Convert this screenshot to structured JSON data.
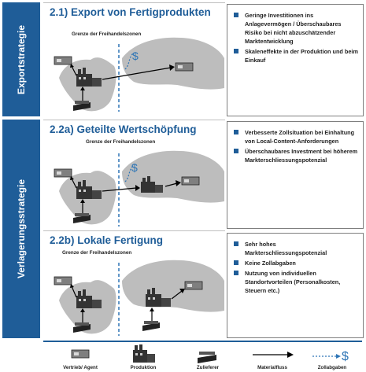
{
  "sidebars": {
    "export": "Exportstrategie",
    "relocation": "Verlagerungsstrategie"
  },
  "panels": [
    {
      "title": "2.1) Export von Fertigprodukten",
      "boundary_label": "Grenze der Freihandelszonen",
      "bullets": [
        "Geringe Investitionen ins Anlagevermögen / Überschaubares Risiko bei nicht abzuschätzender Marktentwicklung",
        "Skaleneffekte in der Produktion und beim Einkauf"
      ]
    },
    {
      "title": "2.2a) Geteilte Wertschöpfung",
      "boundary_label": "Grenze der Freihandelszonen",
      "bullets": [
        "Verbesserte Zollsituation bei Einhaltung von Local-Content-Anforderungen",
        "Überschaubares Investment bei höherem Markterschliessungspotenzial"
      ]
    },
    {
      "title": "2.2b) Lokale Fertigung",
      "boundary_label": "Grenze der Freihandelszonen",
      "bullets": [
        "Sehr hohes Markterschliessungspotenzial",
        "Keine Zollabgaben",
        "Nutzung von individuellen Standortvorteilen (Personalkosten, Steuern etc.)"
      ]
    }
  ],
  "legend": [
    {
      "label": "Vertrieb/ Agent",
      "icon": "sales-agent-icon"
    },
    {
      "label": "Produktion",
      "icon": "factory-icon"
    },
    {
      "label": "Zulieferer",
      "icon": "supplier-icon"
    },
    {
      "label": "Materialfluss",
      "icon": "arrow-icon"
    },
    {
      "label": "Zollabgaben",
      "icon": "customs-duty-icon"
    }
  ],
  "colors": {
    "accent": "#1f5d98",
    "map": "#bdbdbd",
    "bullet": "#1f5d98"
  }
}
